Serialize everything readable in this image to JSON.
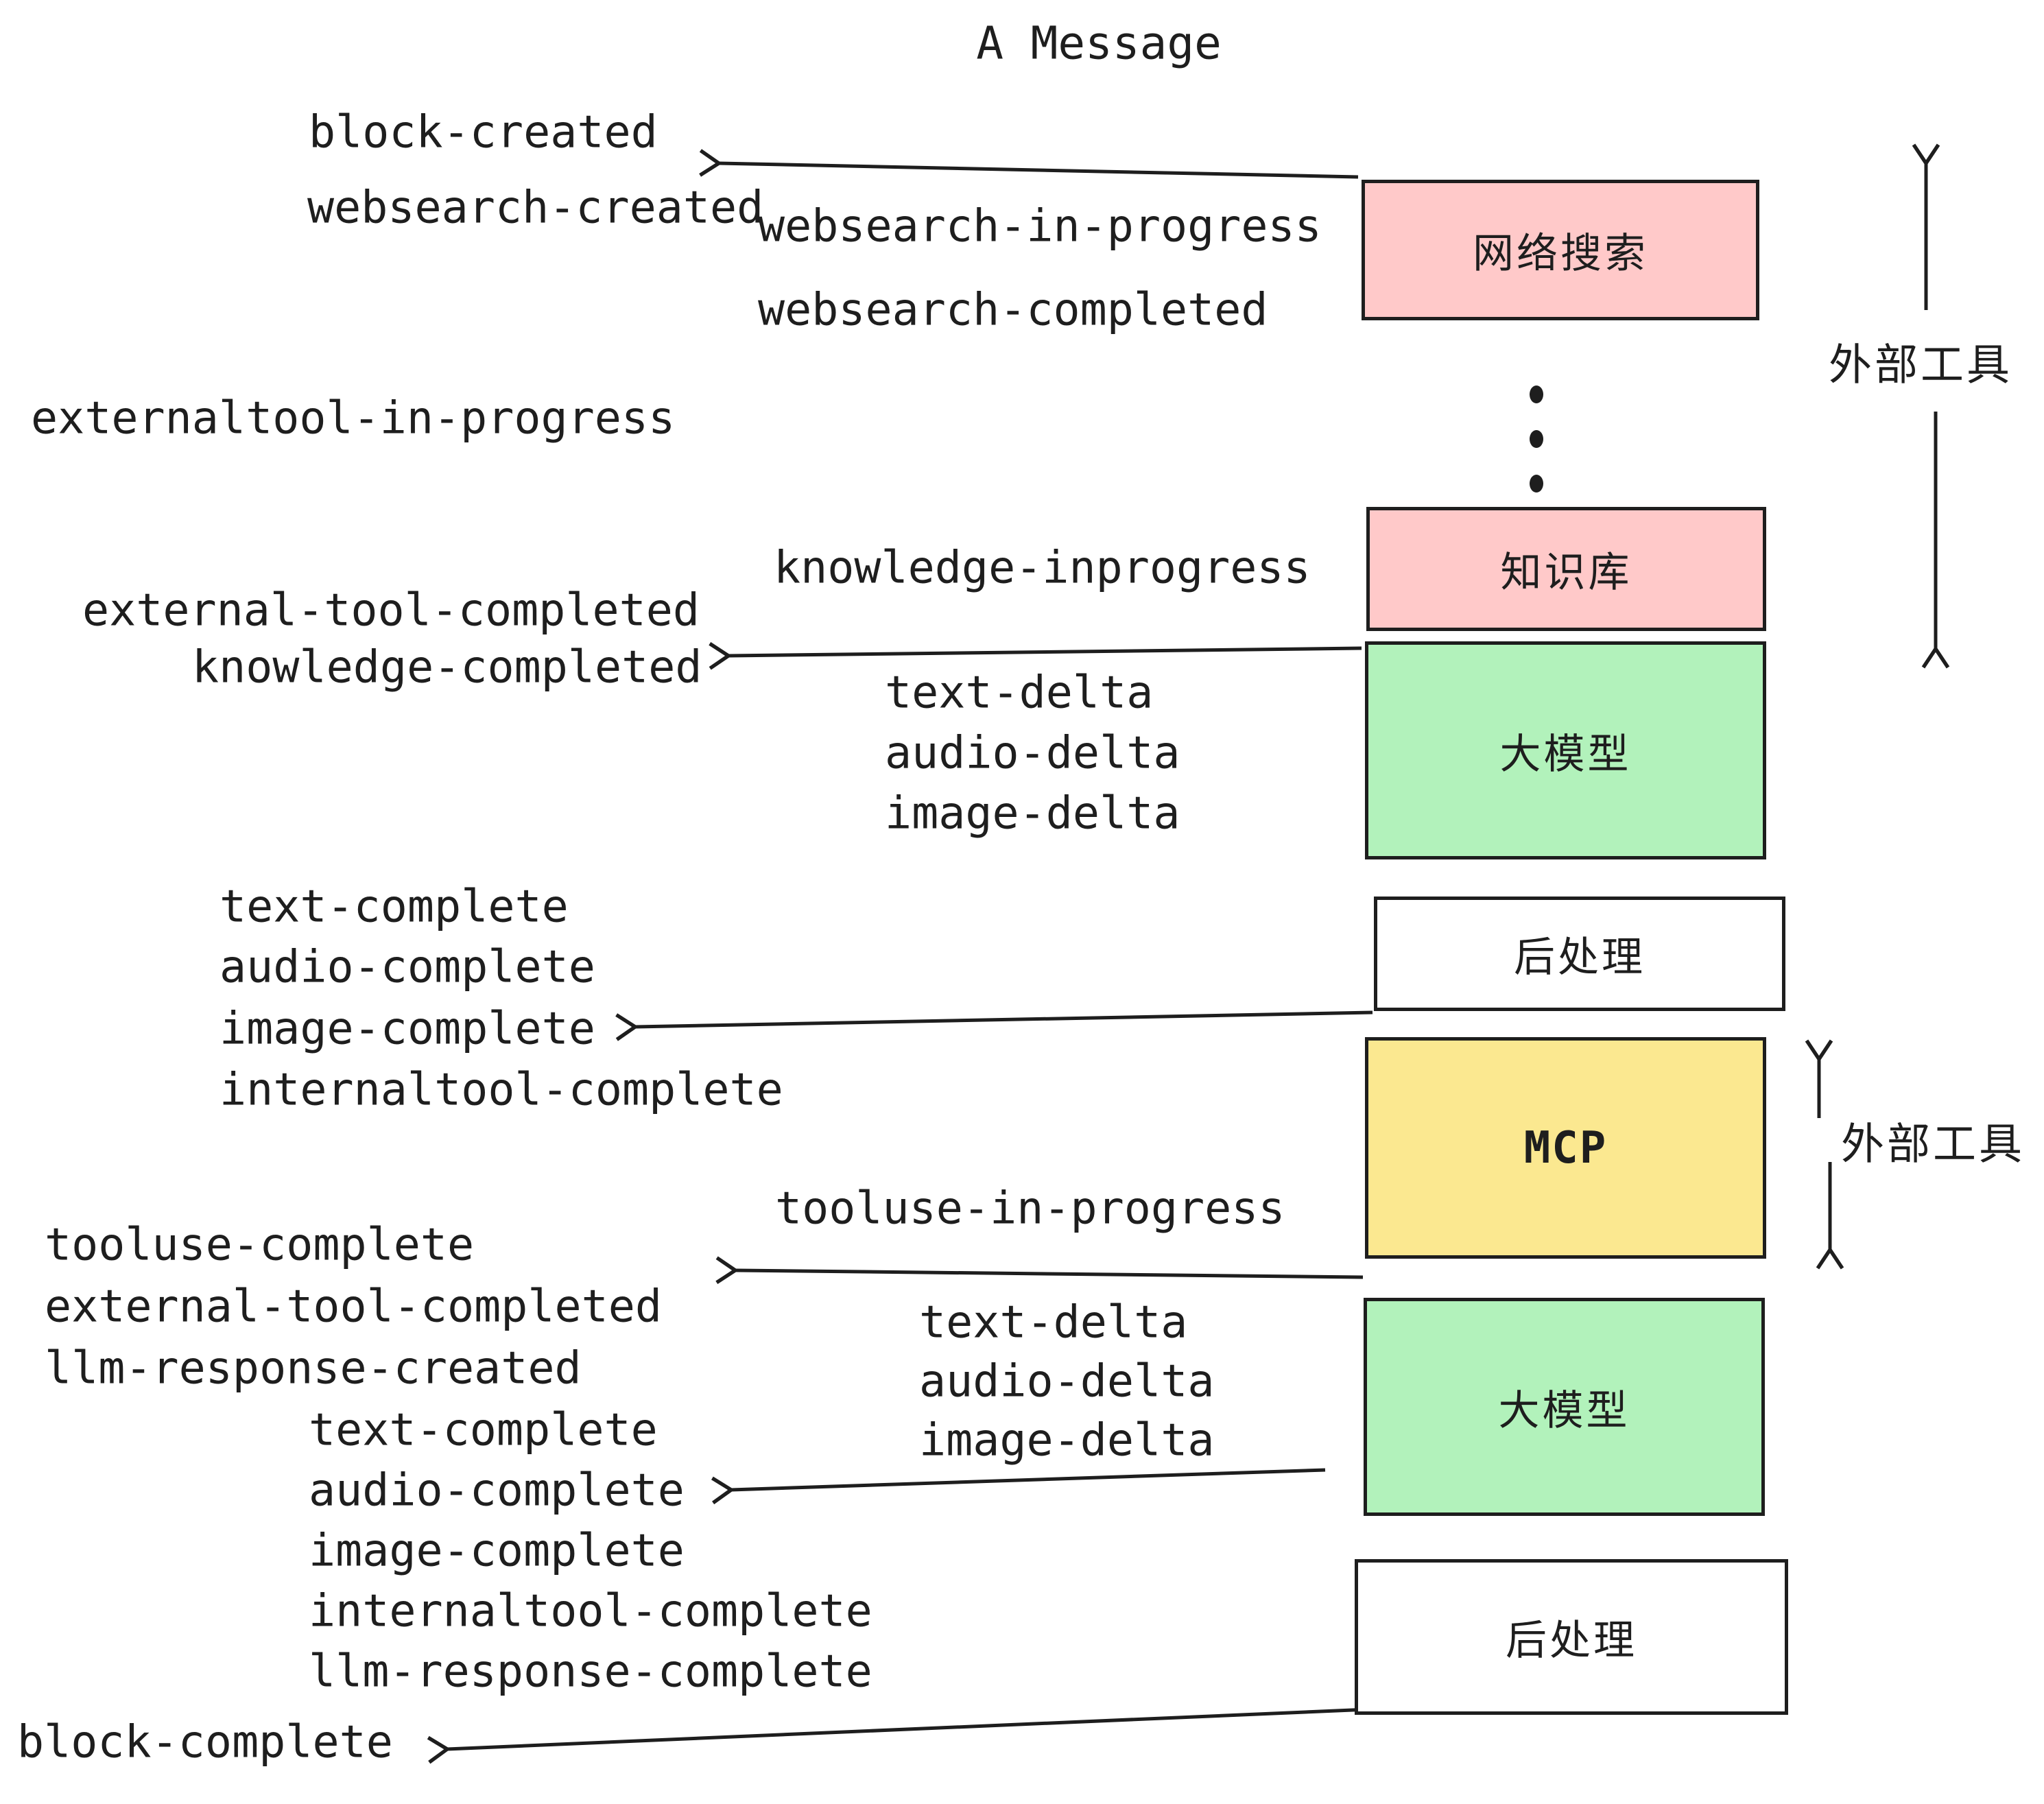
{
  "title": "A Message",
  "colors": {
    "background": "#ffffff",
    "stroke": "#1e1e1e",
    "box_pink": "#FFC9C9",
    "box_green": "#B2F2BB",
    "box_yellow": "#FBE890",
    "box_white": "#ffffff"
  },
  "boxes": {
    "websearch": "网络搜索",
    "knowledge": "知识库",
    "llm": "大模型",
    "postprocess": "后处理",
    "mcp": "MCP"
  },
  "side_labels": {
    "external_tools": "外部工具"
  },
  "events": {
    "block_created": "block-created",
    "websearch_created": "websearch-created",
    "websearch_in_progress": "websearch-in-progress",
    "websearch_completed": "websearch-completed",
    "externaltool_in_progress": "externaltool-in-progress",
    "knowledge_inprogress": "knowledge-inprogress",
    "external_tool_completed": "external-tool-completed",
    "knowledge_completed": "knowledge-completed",
    "text_delta": "text-delta",
    "audio_delta": "audio-delta",
    "image_delta": "image-delta",
    "text_complete": "text-complete",
    "audio_complete": "audio-complete",
    "image_complete": "image-complete",
    "internaltool_complete": "internaltool-complete",
    "tooluse_in_progress": "tooluse-in-progress",
    "tooluse_complete": "tooluse-complete",
    "llm_response_created": "llm-response-created",
    "llm_response_complete": "llm-response-complete",
    "block_complete": "block-complete"
  }
}
